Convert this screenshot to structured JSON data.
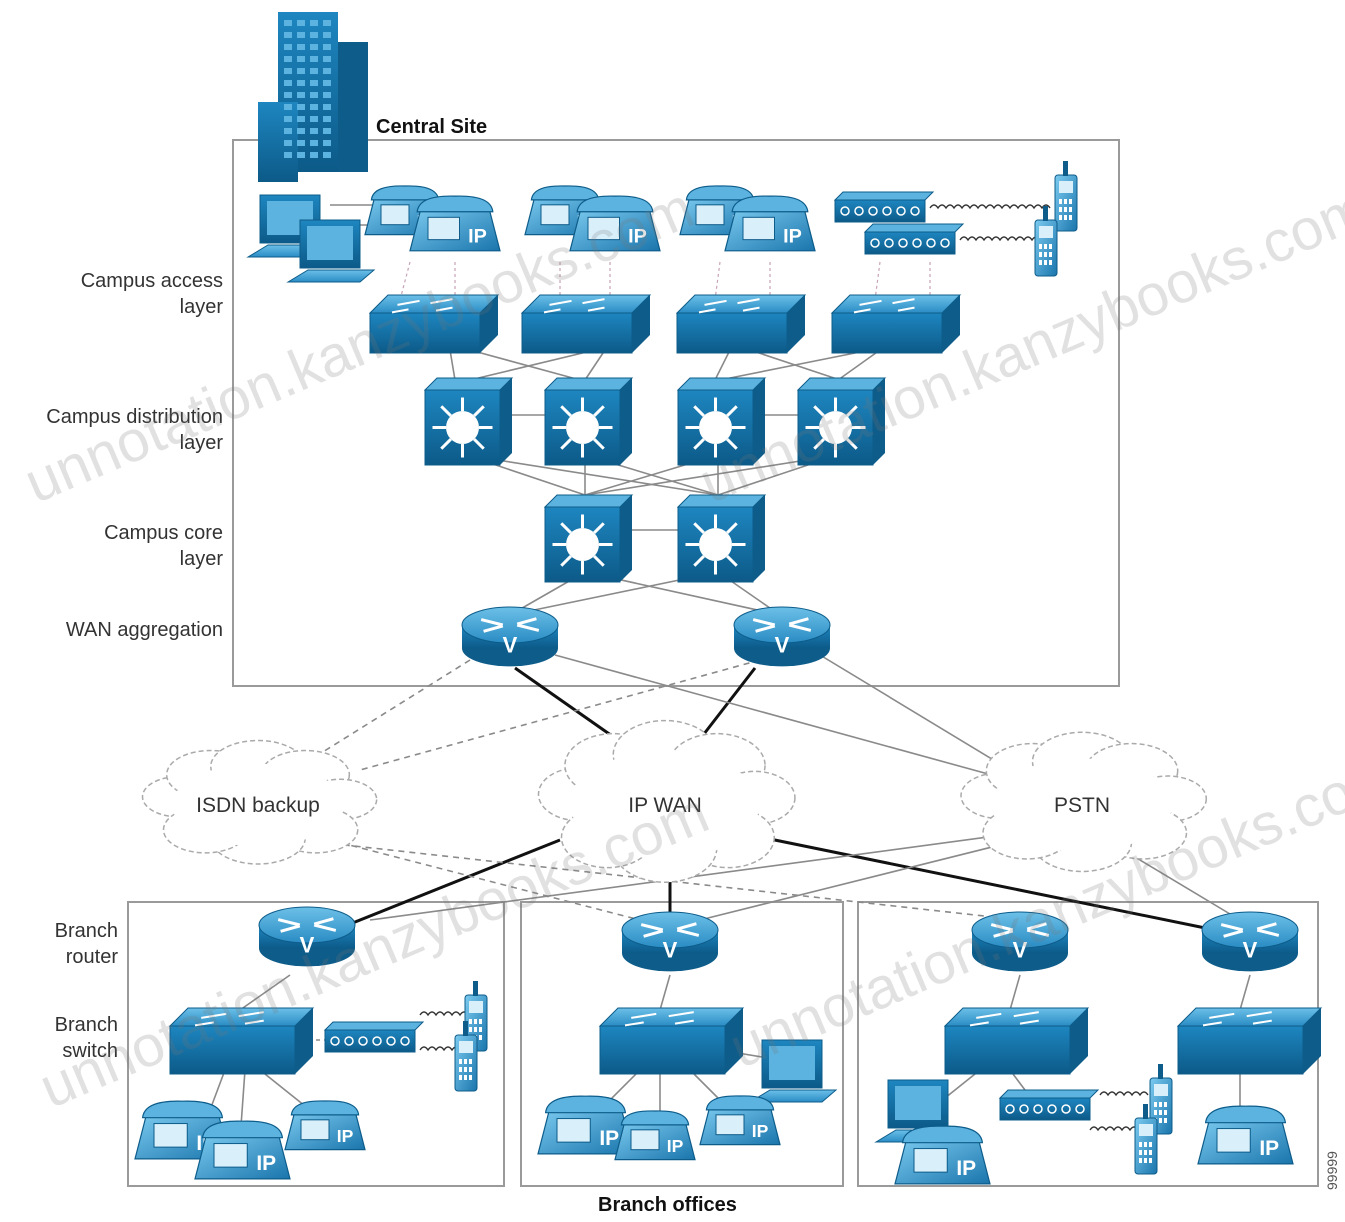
{
  "diagram": {
    "title": "Central Site",
    "footer": "Branch offices",
    "figure_id": "99999",
    "layers": {
      "access": "Campus access\nlayer",
      "distribution": "Campus distribution\nlayer",
      "core": "Campus core\nlayer",
      "wan": "WAN aggregation",
      "branch_router": "Branch\nrouter",
      "branch_switch": "Branch\nswitch"
    },
    "clouds": {
      "isdn": "ISDN backup",
      "ipwan": "IP WAN",
      "pstn": "PSTN"
    },
    "device_labels": {
      "ip": "IP",
      "voice": "V"
    },
    "watermark": "unnotation.kanzybooks.com",
    "colors": {
      "device": "#1b7fb8",
      "device_dark": "#0d5c8a",
      "device_light": "#5cb3df",
      "link": "#8a8a8a",
      "wan_link": "#111111"
    }
  }
}
